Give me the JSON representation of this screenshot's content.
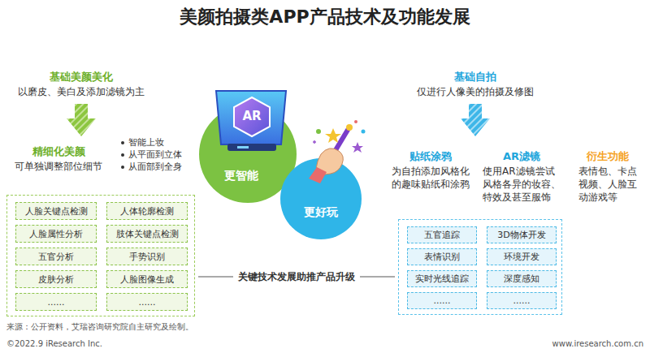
{
  "diagram": {
    "title": "美颜拍摄类APP产品技术及功能发展",
    "nodes": [
      {
        "text": [
          "更智能"
        ]
      },
      {
        "text": [
          "更好玩"
        ]
      },
      {
        "text": []
      },
      {
        "text": [
          "人脸关键点检测"
        ],
        "in": 2
      },
      {
        "text": [
          "人体轮廓检测"
        ],
        "in": 2
      },
      {
        "text": [
          "人脸属性分析"
        ],
        "in": 2
      },
      {
        "text": [
          "肢体关键点检测"
        ],
        "in": 2
      },
      {
        "text": [
          "五官分析"
        ],
        "in": 2
      },
      {
        "text": [
          "手势识别"
        ],
        "in": 2
      },
      {
        "text": [
          "皮肤分析"
        ],
        "in": 2
      },
      {
        "text": [
          "人脸图像生成"
        ],
        "in": 2
      },
      {
        "text": [
          "......"
        ],
        "in": 2
      },
      {
        "text": [
          "......"
        ],
        "in": 2
      },
      {
        "text": []
      },
      {
        "text": [
          "五官追踪"
        ],
        "in": 13
      },
      {
        "text": [
          "3D物体开发"
        ],
        "in": 13
      },
      {
        "text": [
          "表情识别"
        ],
        "in": 13
      },
      {
        "text": [
          "环境开发"
        ],
        "in": 13
      },
      {
        "text": [
          "实时光线追踪"
        ],
        "in": 13
      },
      {
        "text": [
          "深度感知"
        ],
        "in": 13
      },
      {
        "text": [
          "......"
        ],
        "in": 13
      },
      {
        "text": [
          "......"
        ],
        "in": 13
      }
    ],
    "edges": [
      {
        "from": 2,
        "to": 13,
        "label": "关键技术发展助推产品升级",
        "arrow": "none"
      }
    ],
    "labels": [
      "基础美颜美化",
      "以磨皮、美白及添加滤镜为主",
      "精细化美颜",
      "可单独调整部位细节",
      "智能上妆",
      "从平面到立体",
      "从面部到全身",
      "AR",
      "基础自拍",
      "仅进行人像美的拍摄及修图",
      "贴纸涂鸦",
      "为自拍添加风格化的趣味贴纸和涂鸦",
      "AR滤镜",
      "使用AR滤镜尝试风格各异的妆容、特效及甚至服饰",
      "衍生功能",
      "表情包、卡点视频、人脸互动游戏等",
      "来源：公开资料，艾瑞咨询研究院自主研究及绘制。",
      "©2022.9 iResearch Inc.",
      "www.iresearch.com.cn"
    ]
  }
}
